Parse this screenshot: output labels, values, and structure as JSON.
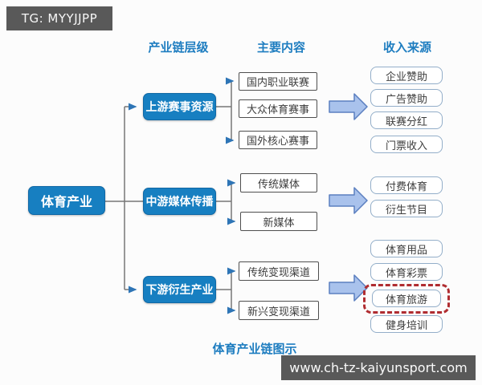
{
  "badge": {
    "text": "TG: MYYJJPP"
  },
  "footer": {
    "url": "www.ch-tz-kaiyunsport.com"
  },
  "caption": {
    "text": "体育产业链图示"
  },
  "columns": {
    "level": "产业链层级",
    "content": "主要内容",
    "income": "收入来源"
  },
  "root": {
    "label": "体育产业"
  },
  "groups": [
    {
      "level": "上游赛事资源",
      "contents": [
        "国内职业联赛",
        "大众体育赛事",
        "国外核心赛事"
      ],
      "incomes": [
        "企业赞助",
        "广告赞助",
        "联赛分红",
        "门票收入"
      ]
    },
    {
      "level": "中游媒体传播",
      "contents": [
        "传统媒体",
        "新媒体"
      ],
      "incomes": [
        "付费体育",
        "衍生节目"
      ]
    },
    {
      "level": "下游衍生产业",
      "contents": [
        "传统变现渠道",
        "新兴变现渠道"
      ],
      "incomes": [
        "体育用品",
        "体育彩票",
        "体育旅游",
        "健身培训"
      ],
      "highlighted_income": "体育旅游"
    }
  ],
  "colors": {
    "node_blue": "#177fc1",
    "heading_blue": "#1e7dc0",
    "arrow_fill": "#a9c2ec",
    "arrow_border": "#5b7fc0",
    "connector_gray": "#777777",
    "arrowhead_blue": "#2e75b6",
    "highlight_red": "#b02c30",
    "bar_gray": "#595959",
    "income_border": "#93aec9"
  }
}
